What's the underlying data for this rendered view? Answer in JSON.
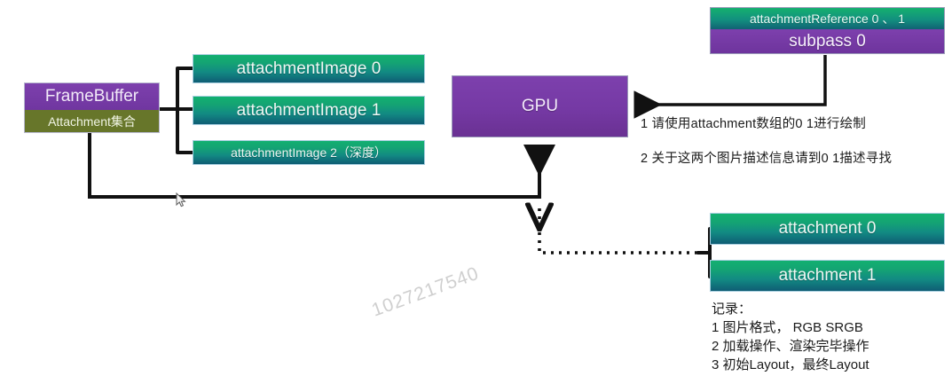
{
  "diagram": {
    "title_watermark": "1027217540",
    "colors": {
      "green_gradient_top": "#12b070",
      "green_gradient_bottom": "#0f5d74",
      "purple": "#7d40ad",
      "olive": "#67762a",
      "wire": "#111111"
    },
    "framebuffer": {
      "title": "FrameBuffer",
      "subtitle": "Attachment集合"
    },
    "attachment_images": [
      {
        "label": "attachmentImage 0",
        "size": "large"
      },
      {
        "label": "attachmentImage 1",
        "size": "large"
      },
      {
        "label": "attachmentImage 2（深度）",
        "size": "small"
      }
    ],
    "gpu": {
      "label": "GPU"
    },
    "subpass": {
      "reference_label": "attachmentReference 0 、 1",
      "name_label": "subpass 0"
    },
    "gpu_notes": [
      "1 请使用attachment数组的0 1进行绘制",
      "2 关于这两个图片描述信息请到0 1描述寻找"
    ],
    "attachments": [
      {
        "label": "attachment 0"
      },
      {
        "label": "attachment 1"
      }
    ],
    "record_notes": {
      "heading": "记录：",
      "lines": [
        "1 图片格式，  RGB SRGB",
        "2 加载操作、渲染完毕操作",
        "3 初始Layout，最终Layout"
      ]
    }
  }
}
